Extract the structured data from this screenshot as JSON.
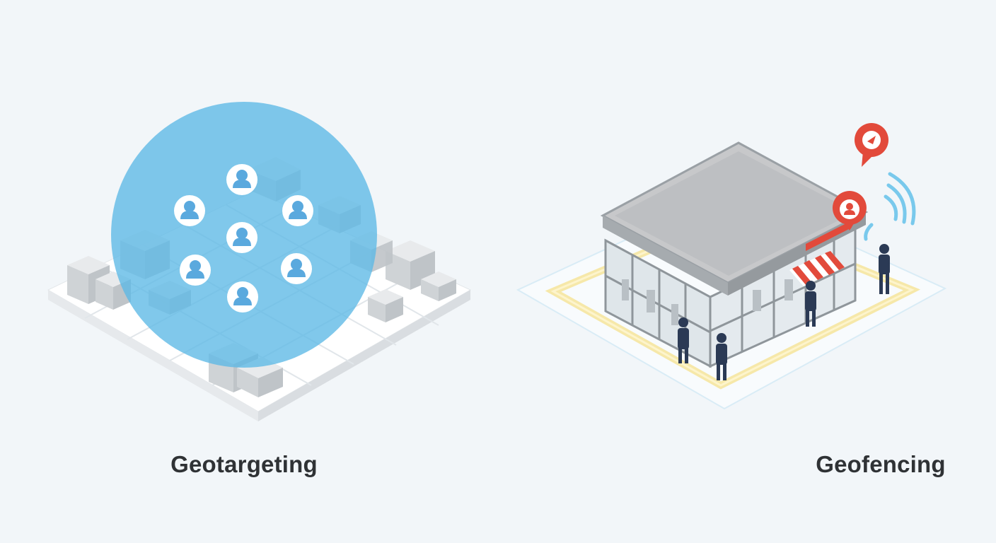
{
  "panels": [
    {
      "id": "geotargeting",
      "caption": "Geotargeting",
      "user_icon_count": 7,
      "colors": {
        "radius_fill": "#5cb8e6",
        "user_icon": "#5aa9de",
        "buildings": "#c9cdd1",
        "ground": "#ffffff"
      }
    },
    {
      "id": "geofencing",
      "caption": "Geofencing",
      "person_count": 4,
      "colors": {
        "store_roof": "#c7c8ca",
        "fence_glow": "#f5e6a0",
        "pin": "#e24a3b",
        "signal": "#79c9ec",
        "awning": "#e24a3b"
      }
    }
  ]
}
